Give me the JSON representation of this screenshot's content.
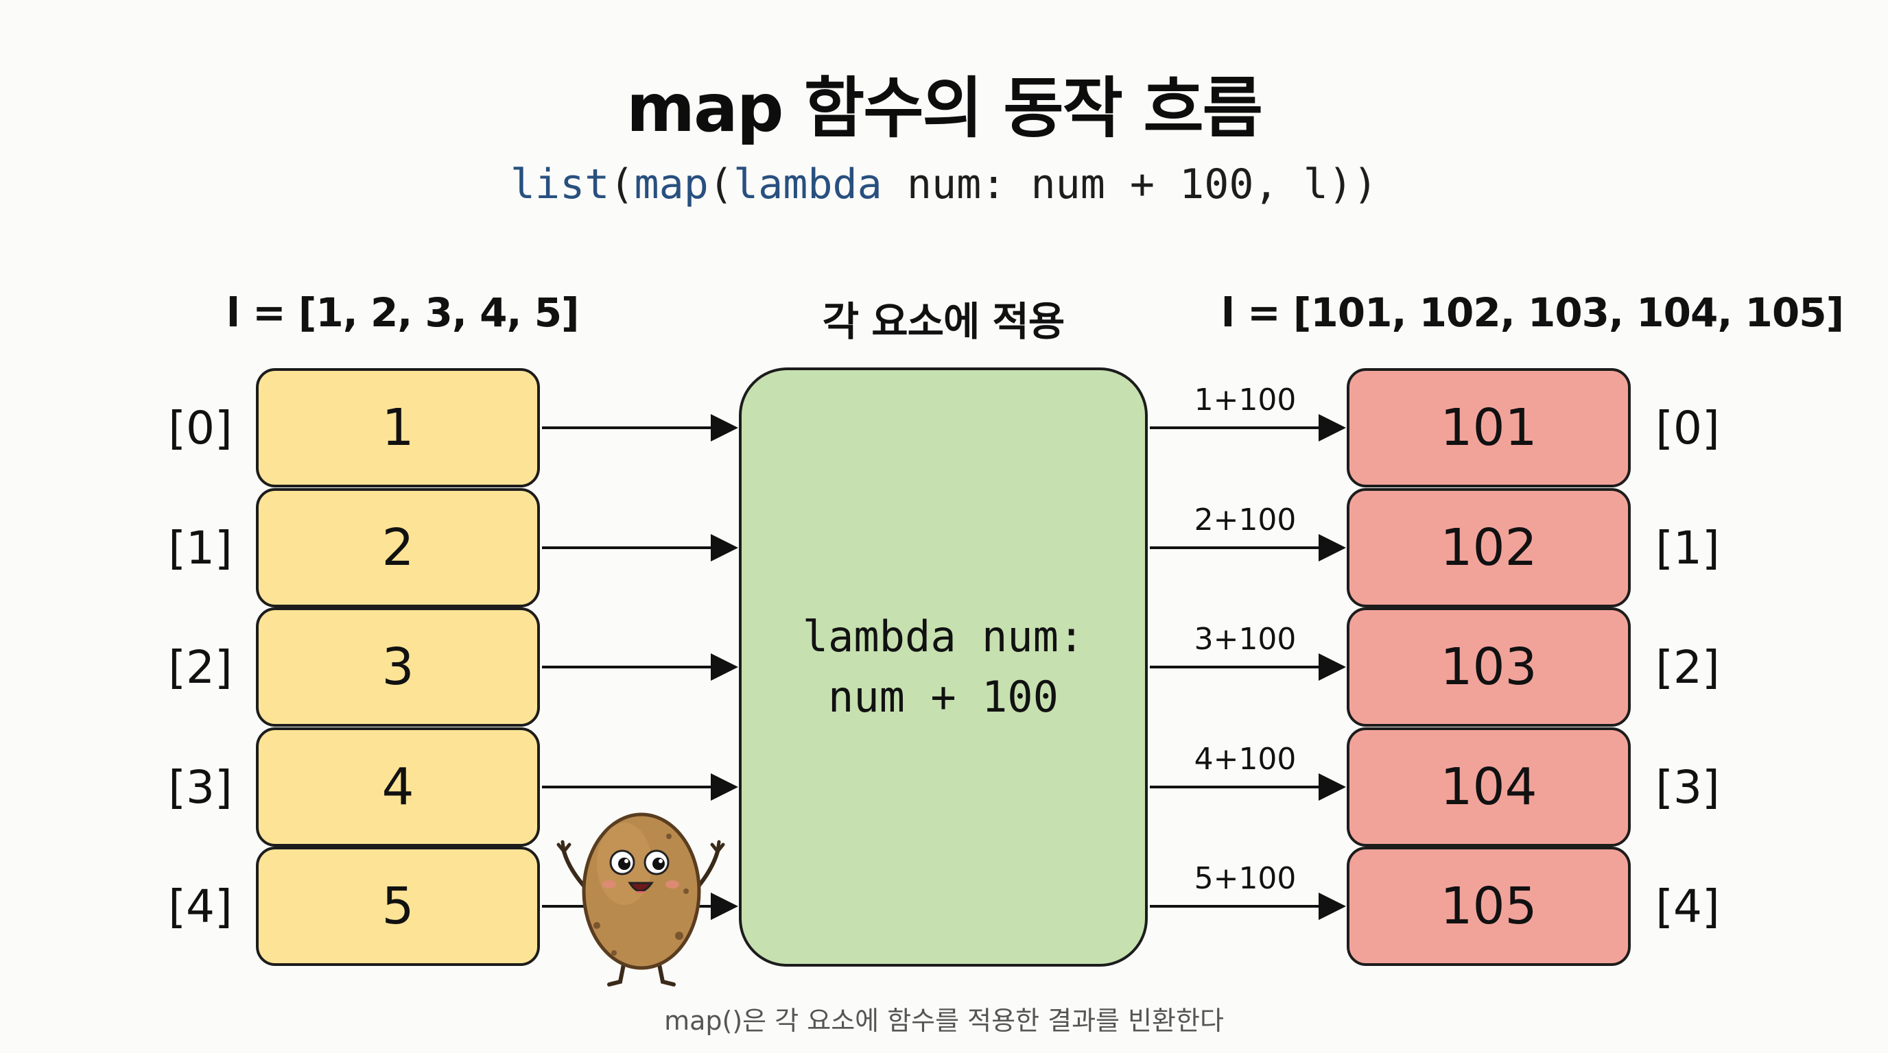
{
  "title": "map 함수의 동작 흐름",
  "code": {
    "fn_list": "list",
    "paren1": "(",
    "fn_map": "map",
    "paren2": "(",
    "kw_lambda": "lambda",
    "rest": " num: num + 100, l))"
  },
  "labels": {
    "input_list": "l = [1, 2, 3, 4, 5]",
    "middle": "각 요소에 적용",
    "output_list": "l = [101, 102, 103, 104, 105]"
  },
  "lambda_box": {
    "line1": "lambda num:",
    "line2": "num + 100"
  },
  "inputs": [
    {
      "index": "[0]",
      "value": "1"
    },
    {
      "index": "[1]",
      "value": "2"
    },
    {
      "index": "[2]",
      "value": "3"
    },
    {
      "index": "[3]",
      "value": "4"
    },
    {
      "index": "[4]",
      "value": "5"
    }
  ],
  "outputs": [
    {
      "index": "[0]",
      "value": "101",
      "op": "1+100"
    },
    {
      "index": "[1]",
      "value": "102",
      "op": "2+100"
    },
    {
      "index": "[2]",
      "value": "103",
      "op": "3+100"
    },
    {
      "index": "[3]",
      "value": "104",
      "op": "4+100"
    },
    {
      "index": "[4]",
      "value": "105",
      "op": "5+100"
    }
  ],
  "footer": "map()은 각 요소에 함수를 적용한 결과를 빈환한다",
  "colors": {
    "input_fill": "#fde396",
    "lambda_fill": "#c6e0b0",
    "output_fill": "#f1a39a",
    "code_keyword": "#28507f"
  },
  "icons": {
    "mascot": "potato-mascot-icon"
  }
}
